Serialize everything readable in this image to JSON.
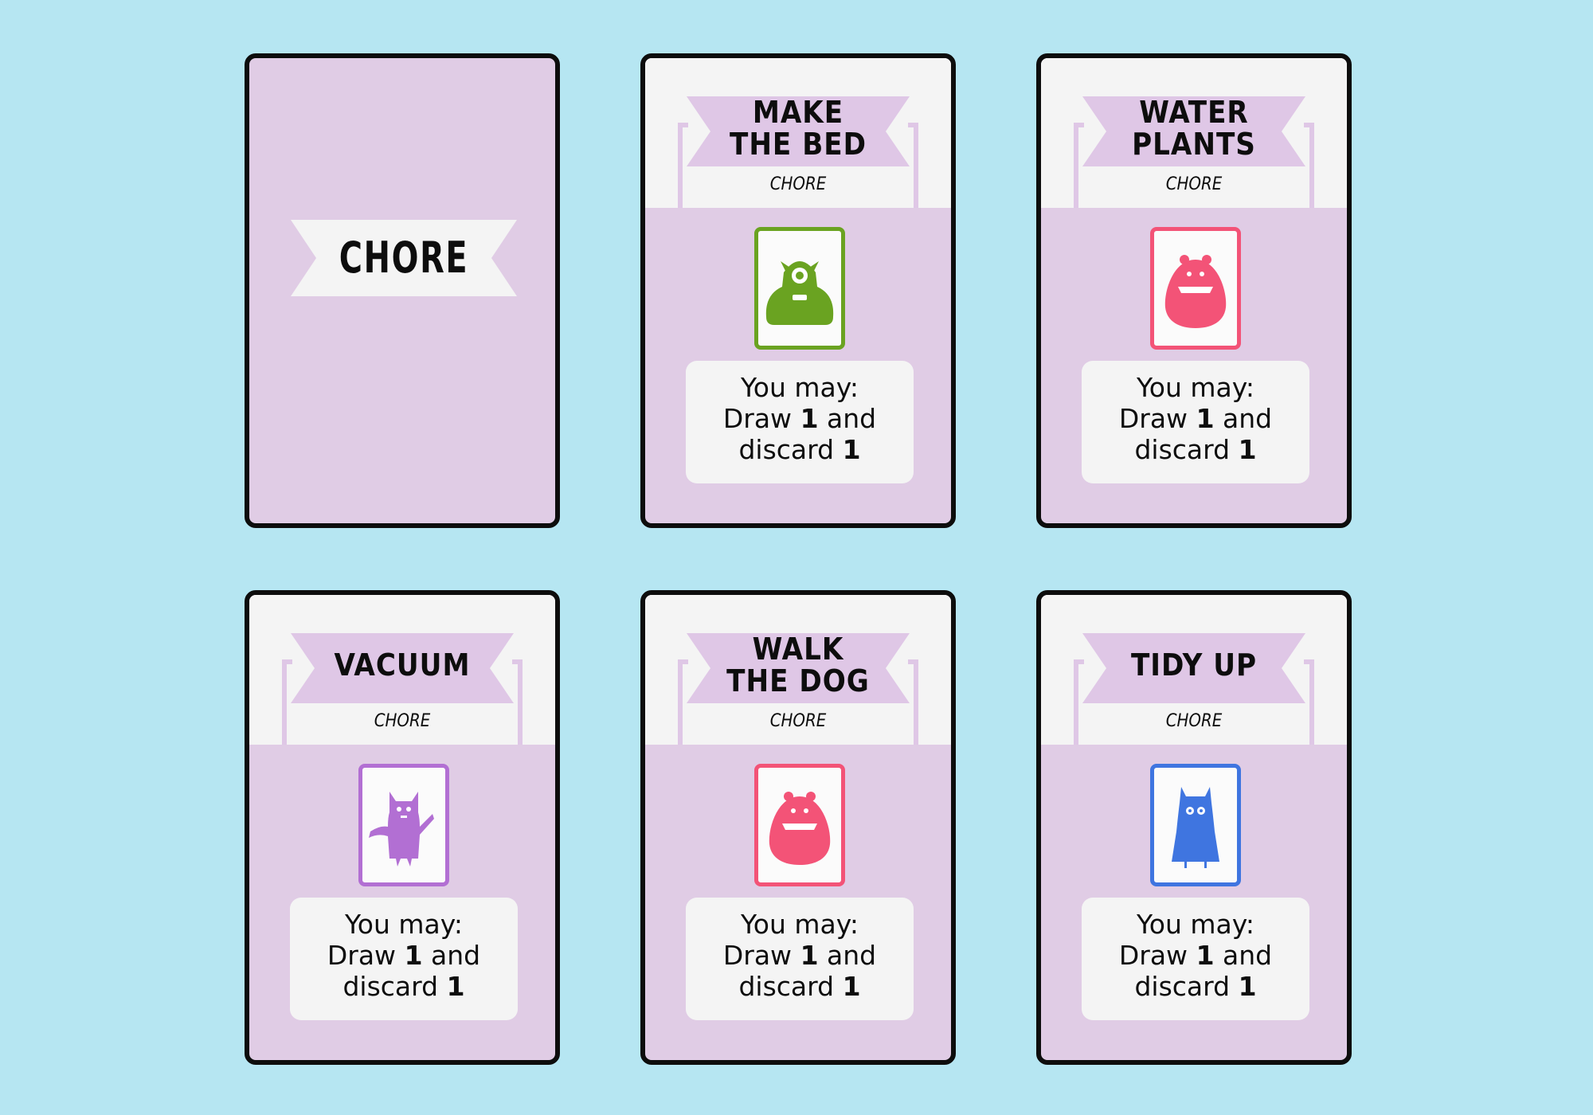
{
  "back_card": {
    "title": "CHORE"
  },
  "cards": [
    {
      "title_line1": "MAKE",
      "title_line2": "THE BED",
      "subtitle": "CHORE",
      "monster": "green-cyclops-monster-icon",
      "monster_color": "#6aa321",
      "body_label": "You may:",
      "draw_word": "Draw",
      "draw_num": "1",
      "and_word": "and",
      "discard_word": "discard",
      "discard_num": "1"
    },
    {
      "title_line1": "WATER",
      "title_line2": "PLANTS",
      "subtitle": "CHORE",
      "monster": "pink-blob-monster-icon",
      "monster_color": "#f35377",
      "body_label": "You may:",
      "draw_word": "Draw",
      "draw_num": "1",
      "and_word": "and",
      "discard_word": "discard",
      "discard_num": "1"
    },
    {
      "title_line1": "VACUUM",
      "title_line2": "",
      "subtitle": "CHORE",
      "monster": "purple-cat-monster-icon",
      "monster_color": "#b26fd3",
      "body_label": "You may:",
      "draw_word": "Draw",
      "draw_num": "1",
      "and_word": "and",
      "discard_word": "discard",
      "discard_num": "1"
    },
    {
      "title_line1": "WALK",
      "title_line2": "THE DOG",
      "subtitle": "CHORE",
      "monster": "pink-blob-monster-icon",
      "monster_color": "#f35377",
      "body_label": "You may:",
      "draw_word": "Draw",
      "draw_num": "1",
      "and_word": "and",
      "discard_word": "discard",
      "discard_num": "1"
    },
    {
      "title_line1": "TIDY UP",
      "title_line2": "",
      "subtitle": "CHORE",
      "monster": "blue-ghost-monster-icon",
      "monster_color": "#3f75e0",
      "body_label": "You may:",
      "draw_word": "Draw",
      "draw_num": "1",
      "and_word": "and",
      "discard_word": "discard",
      "discard_num": "1"
    }
  ],
  "colors": {
    "background": "#b6e6f2",
    "card_lavender": "#e0cce5",
    "banner_lavender": "#dfc7e6",
    "card_white": "#f4f4f4",
    "border": "#0d0d0d"
  }
}
